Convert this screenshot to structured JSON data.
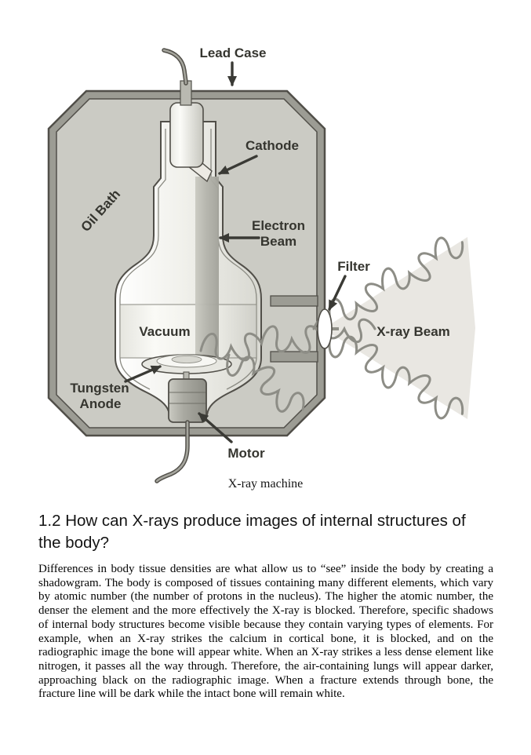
{
  "figure": {
    "caption": "X-ray machine",
    "labels": {
      "lead_case": "Lead Case",
      "cathode": "Cathode",
      "oil_bath": "Oil Bath",
      "electron_beam_line1": "Electron",
      "electron_beam_line2": "Beam",
      "filter": "Filter",
      "vacuum": "Vacuum",
      "xray_beam": "X-ray Beam",
      "tungsten_anode_line1": "Tungsten",
      "tungsten_anode_line2": "Anode",
      "motor": "Motor"
    },
    "colors": {
      "case_band": "#9c9c94",
      "case_outline": "#514f49",
      "oil_fill": "#cbcbc4",
      "label_text": "#35352f",
      "xray_beam_text": "#3c414b",
      "wave": "#8d8d86",
      "cone": "#e9e7e2"
    }
  },
  "section": {
    "heading": "1.2 How can X-rays produce images of internal structures of the body?",
    "body": "Differences in body tissue densities are what allow us to “see” inside the body by creating a shadowgram. The body is composed of tissues containing many different elements, which vary by atomic number (the number of protons in the nucleus). The higher the atomic number, the denser the element and the more effectively the X-ray is blocked. Therefore, specific shadows of internal body structures become visible because they contain varying types of elements. For example, when an X-ray strikes the calcium in cortical bone, it is blocked, and on the radiographic image the bone will appear white. When an X-ray strikes a less dense element like nitrogen, it passes all the way through. Therefore, the air-containing lungs will appear darker, approaching black on the radiographic image. When a fracture extends through bone, the fracture line will be dark while the intact bone will remain white."
  }
}
